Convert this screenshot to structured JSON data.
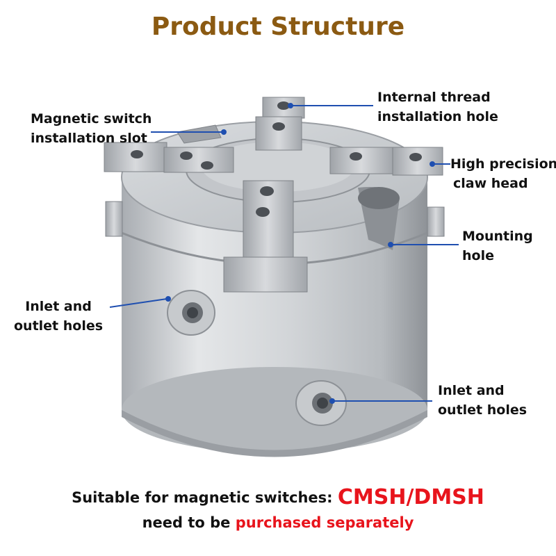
{
  "title": "Product Structure",
  "callouts": {
    "magnetic_slot": [
      "Magnetic switch",
      "installation slot"
    ],
    "internal_thread": [
      "Internal thread",
      "installation hole"
    ],
    "claw_head": [
      "High precision",
      "claw head"
    ],
    "mounting_hole": [
      "Mounting",
      "hole"
    ],
    "inlet_left": [
      "Inlet and",
      "outlet holes"
    ],
    "inlet_right": [
      "Inlet and",
      "outlet holes"
    ]
  },
  "footer": {
    "line1_text": "Suitable for magnetic switches: ",
    "line1_model": "CMSH/DMSH",
    "line2_text": "need to be ",
    "line2_highlight": "purchased separately"
  },
  "colors": {
    "title": "#8B5A12",
    "leader_line": "#1f4fb0",
    "highlight": "#e8141c",
    "metal": "#c9ccd0"
  }
}
